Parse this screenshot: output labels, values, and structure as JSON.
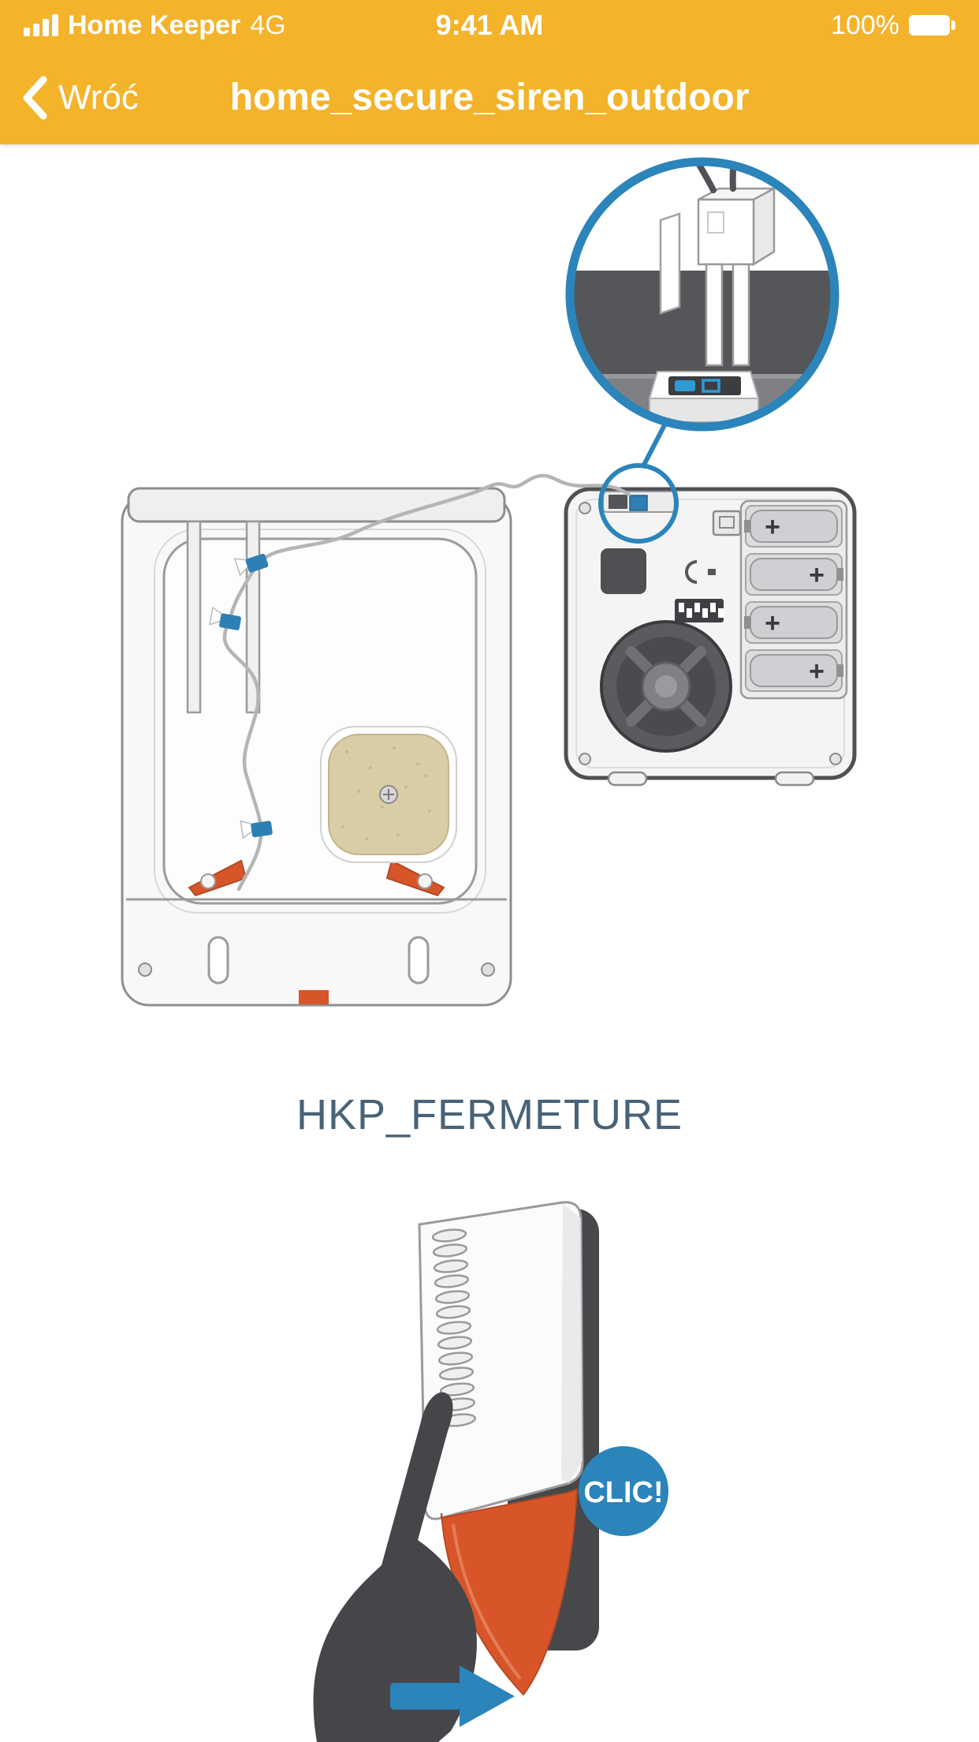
{
  "status_bar": {
    "carrier": "Home Keeper",
    "network": "4G",
    "time": "9:41 AM",
    "battery_percent": "100%"
  },
  "nav_bar": {
    "back_label": "Wróć",
    "title": "home_secure_siren_outdoor"
  },
  "caption": "HKP_FERMETURE",
  "illustration_open": {
    "battery_labels": [
      "+",
      "+",
      "+",
      "+"
    ]
  },
  "illustration_close": {
    "clic_label": "CLIC!"
  },
  "colors": {
    "header_bg": "#F3B32B",
    "accent_blue": "#2B84BA",
    "accent_orange": "#D8552A",
    "caption_text": "#486277",
    "hand_gray": "#45464A"
  }
}
